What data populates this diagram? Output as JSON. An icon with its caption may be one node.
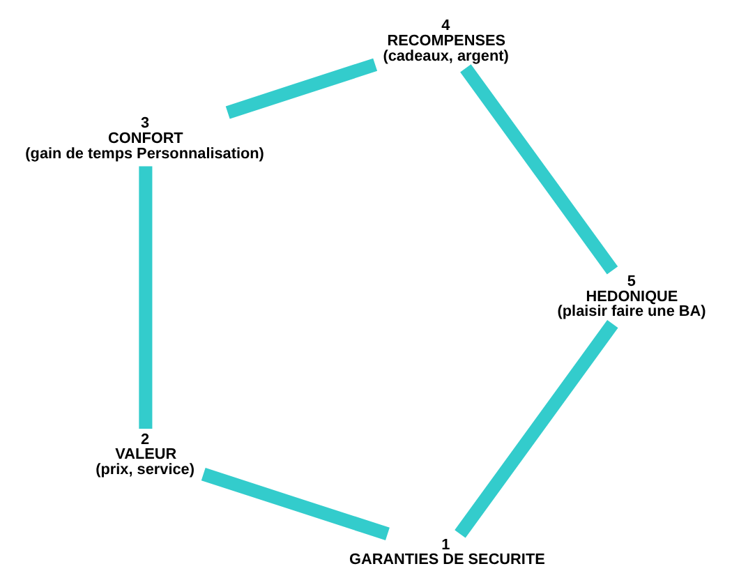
{
  "diagram": {
    "nodes": [
      {
        "text": [
          "1",
          "GARANTIES DE SECURITE"
        ]
      },
      {
        "text": [
          "2",
          "VALEUR",
          "(prix, service)"
        ]
      },
      {
        "text": [
          "3",
          "CONFORT",
          "(gain de temps Personnalisation)"
        ]
      },
      {
        "text": [
          "4",
          "RECOMPENSES",
          "(cadeaux, argent)"
        ]
      },
      {
        "text": [
          "5",
          "HEDONIQUE",
          "(plaisir faire une BA)"
        ]
      }
    ],
    "edges": [
      {
        "from": 0,
        "to": 1,
        "arrow": "none",
        "color": "#33cccc"
      },
      {
        "from": 1,
        "to": 2,
        "arrow": "none",
        "color": "#33cccc"
      },
      {
        "from": 2,
        "to": 3,
        "arrow": "none",
        "color": "#33cccc"
      },
      {
        "from": 3,
        "to": 4,
        "arrow": "none",
        "color": "#33cccc"
      },
      {
        "from": 4,
        "to": 0,
        "arrow": "none",
        "color": "#33cccc"
      }
    ]
  }
}
